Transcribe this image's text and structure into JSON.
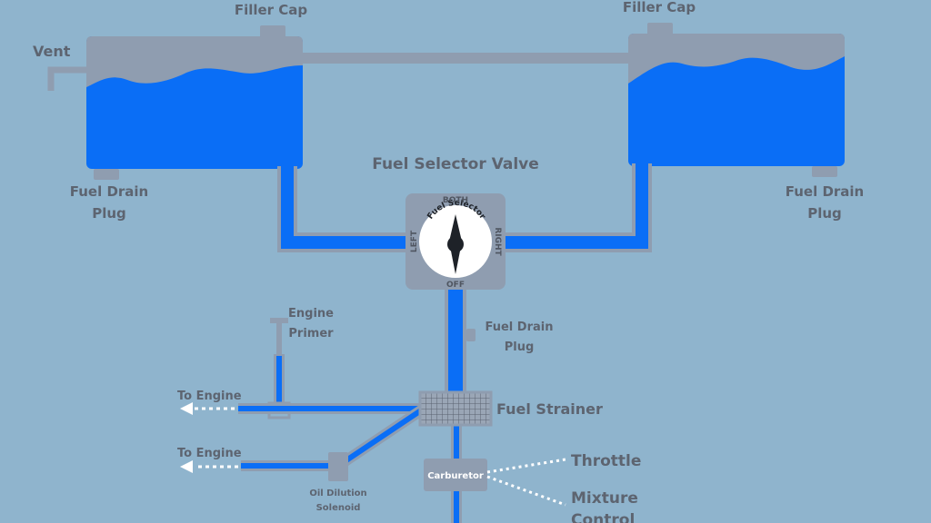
{
  "diagram": {
    "title": "Fuel Selector Valve",
    "labels": {
      "vent": "Vent",
      "filler_cap_left": "Filler Cap",
      "filler_cap_right": "Filler Cap",
      "drain_left_1": "Fuel Drain",
      "drain_left_2": "Plug",
      "drain_right_1": "Fuel Drain",
      "drain_right_2": "Plug",
      "drain_mid_1": "Fuel Drain",
      "drain_mid_2": "Plug",
      "primer_1": "Engine",
      "primer_2": "Primer",
      "to_engine_1": "To Engine",
      "to_engine_2": "To Engine",
      "strainer": "Fuel Strainer",
      "oil_1": "Oil Dilution",
      "oil_2": "Solenoid",
      "carburetor": "Carburetor",
      "throttle": "Throttle",
      "mixture_1": "Mixture",
      "mixture_2": "Control"
    },
    "selector": {
      "name": "Fuel Selector",
      "both": "BOTH",
      "left": "LEFT",
      "right": "RIGHT",
      "off": "OFF"
    },
    "colors": {
      "background": "#8fb4cd",
      "fuel": "#0a6ef6",
      "metal": "#8f9db0",
      "text": "#5d6470"
    }
  }
}
